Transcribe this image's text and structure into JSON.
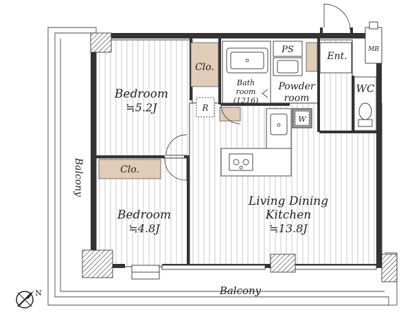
{
  "rooms": {
    "bedroom_top": {
      "name": "Bedroom",
      "size": "≒5.2J"
    },
    "bedroom_bottom": {
      "name": "Bedroom",
      "size": "≒4.8J"
    },
    "ldk": {
      "name_line1": "Living Dining",
      "name_line2": "Kitchen",
      "size": "≒13.8J"
    },
    "bath": {
      "line1": "Bath",
      "line2": "room",
      "line3": "(1216)"
    },
    "powder": {
      "line1": "Powder",
      "line2": "room"
    },
    "closet_top": "Clo.",
    "closet_bottom": "Clo.",
    "ps": "PS",
    "entrance": "Ent.",
    "mb": "MB",
    "wc": "WC",
    "refrigerator": "R",
    "washer": "W"
  },
  "balcony": {
    "left": "Balcony",
    "bottom": "Balcony"
  },
  "compass": {
    "north": "N",
    "icon": "compass-icon"
  },
  "colors": {
    "wall": "#333333",
    "closet": "#e1ccb8",
    "floor_stripe": "#c9c9c9",
    "washer_box": "#9a9a9a"
  }
}
